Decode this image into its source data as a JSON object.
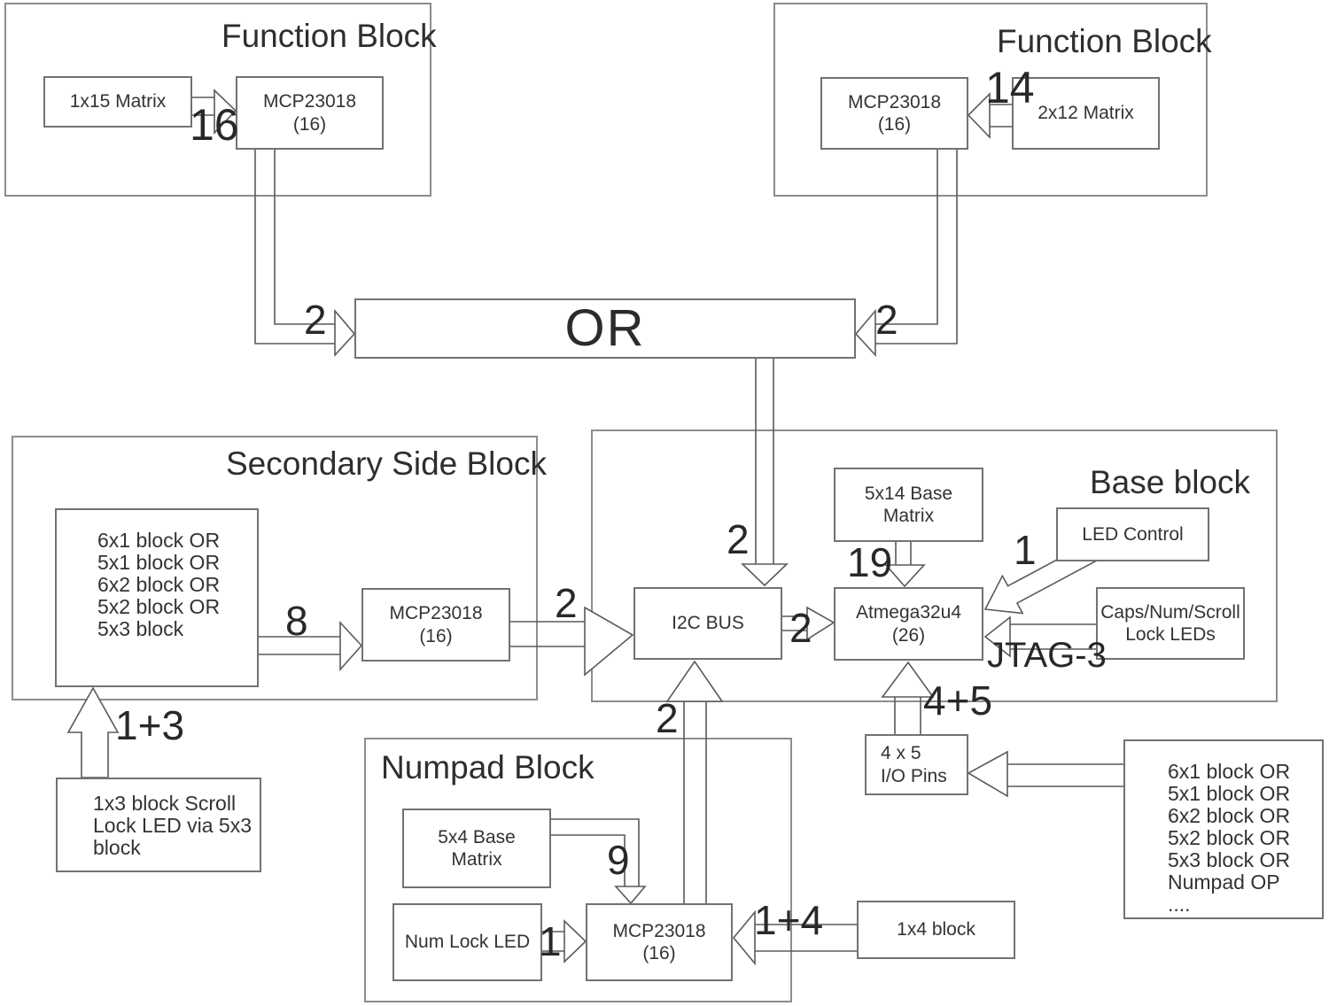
{
  "titles": {
    "function_left": "Function Block",
    "function_right": "Function Block",
    "secondary": "Secondary Side Block",
    "base": "Base block",
    "numpad": "Numpad Block"
  },
  "boxes": {
    "matrix_1x15": "1x15 Matrix",
    "mcp_function_left": "MCP23018\n(16)",
    "mcp_function_right": "MCP23018\n(16)",
    "matrix_2x12": "2x12 Matrix",
    "or_gate": "OR",
    "secondary_options": "6x1 block OR\n5x1 block OR\n6x2 block OR\n5x2 block OR\n5x3 block",
    "mcp_secondary": "MCP23018\n(16)",
    "i2c_bus": "I2C BUS",
    "base_matrix": "5x14 Base\nMatrix",
    "atmega": "Atmega32u4\n(26)",
    "led_control": "LED Control",
    "lock_leds": "Caps/Num/Scroll\nLock LEDs",
    "io_pins": "4 x 5\nI/O Pins",
    "scroll_lock": "1x3 block Scroll\nLock LED via 5x3\nblock",
    "matrix_5x4": "5x4 Base\nMatrix",
    "num_lock_led": "Num Lock LED",
    "mcp_numpad": "MCP23018\n(16)",
    "block_1x4": "1x4 block",
    "base_options": "6x1 block OR\n5x1 block OR\n6x2 block OR\n5x2 block OR\n5x3 block OR\nNumpad OP\n...."
  },
  "edge_labels": {
    "fn_left_to_mcp": "16",
    "matrix_2x12_to_mcp": "14",
    "fn_left_to_or": "2",
    "fn_right_to_or": "2",
    "or_to_i2c": "2",
    "secondary_to_mcp": "8",
    "mcp_secondary_to_i2c": "2",
    "i2c_to_atmega": "2",
    "base_matrix_to_atmega": "19",
    "led_control_to_atmega": "1",
    "jtag": "JTAG-3",
    "io_pins_to_atmega": "4+5",
    "scroll_lock_to_secondary": "1+3",
    "matrix_5x4_to_mcp": "9",
    "num_lock_to_mcp": "1",
    "block_1x4_to_mcp": "1+4",
    "numpad_to_i2c": "2"
  },
  "colors": {
    "line": "#5a5a5a",
    "text": "#333333",
    "border": "#727272",
    "background": "#ffffff"
  }
}
